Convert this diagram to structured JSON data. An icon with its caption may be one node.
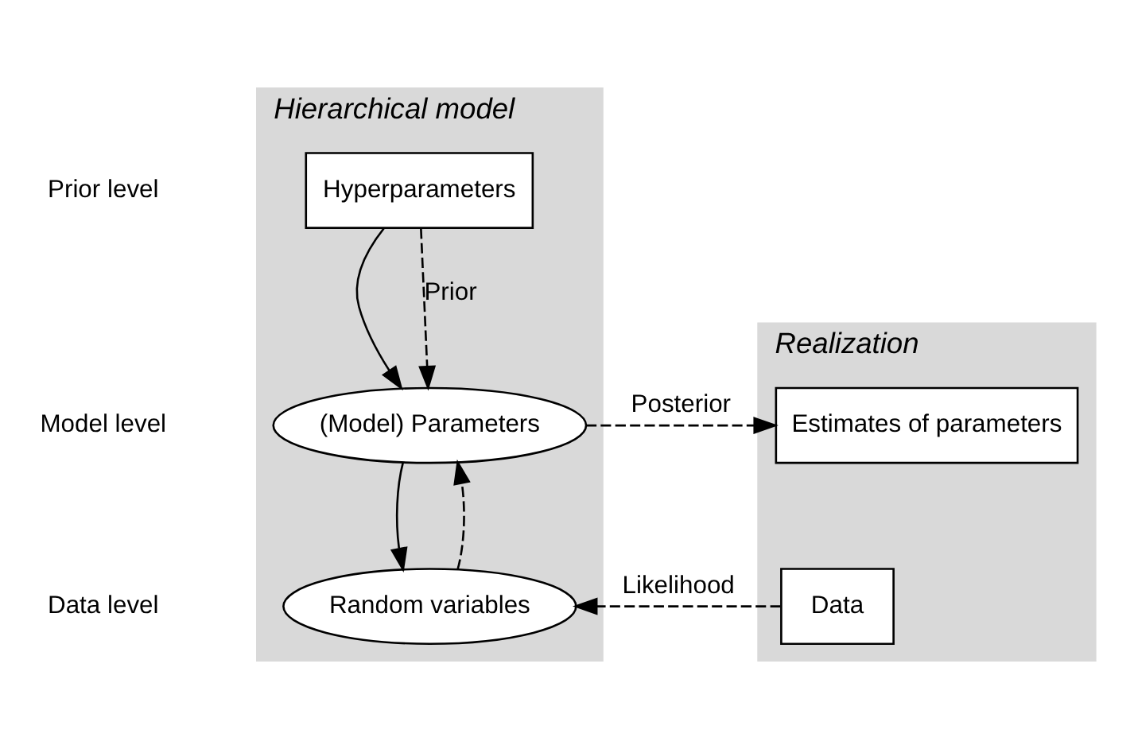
{
  "diagram": {
    "nodes": [
      {
        "text": [
          "Hierarchical model"
        ]
      },
      {
        "text": [
          "Hyperparameters"
        ],
        "in": 0
      },
      {
        "text": [
          "(Model) Parameters"
        ],
        "in": 0
      },
      {
        "text": [
          "Random variables"
        ],
        "in": 0
      },
      {
        "text": [
          "Realization"
        ]
      },
      {
        "text": [
          "Estimates of parameters"
        ],
        "in": 4
      },
      {
        "text": [
          "Data"
        ],
        "in": 4
      }
    ],
    "edges": [
      {
        "from": 1,
        "to": 2,
        "arrow": "to"
      },
      {
        "from": 1,
        "to": 2,
        "arrow": "to",
        "style": "dashed",
        "label": "Prior"
      },
      {
        "from": 2,
        "to": 5,
        "arrow": "to",
        "style": "dashed",
        "label": "Posterior"
      },
      {
        "from": 2,
        "to": 3,
        "arrow": "to"
      },
      {
        "from": 6,
        "to": 3,
        "arrow": "to",
        "style": "dashed",
        "label": "Likelihood"
      },
      {
        "from": 3,
        "to": 2,
        "arrow": "to",
        "style": "dashed"
      }
    ],
    "labels": [
      "Prior level",
      "Model level",
      "Data level"
    ]
  }
}
